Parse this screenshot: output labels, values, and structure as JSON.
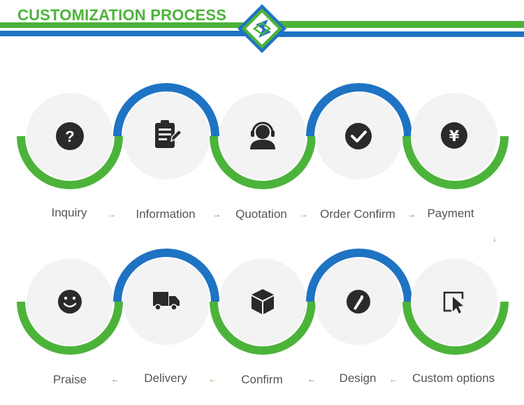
{
  "header": {
    "title": "CUSTOMIZATION PROCESS"
  },
  "colors": {
    "green": "#4cb33a",
    "blue": "#1f73c3",
    "circle_fill": "#f3f3f3",
    "icon_dark": "#2a2a2a",
    "label_text": "#555555"
  },
  "steps_row1": [
    {
      "label": "Inquiry",
      "icon": "question-icon"
    },
    {
      "label": "Information",
      "icon": "clipboard-icon"
    },
    {
      "label": "Quotation",
      "icon": "headset-agent-icon"
    },
    {
      "label": "Order Confirm",
      "icon": "check-icon"
    },
    {
      "label": "Payment",
      "icon": "yen-icon"
    }
  ],
  "steps_row2": [
    {
      "label": "Praise",
      "icon": "smiley-icon"
    },
    {
      "label": "Delivery",
      "icon": "truck-icon"
    },
    {
      "label": "Confirm",
      "icon": "box-icon"
    },
    {
      "label": "Design",
      "icon": "compass-pen-icon"
    },
    {
      "label": "Custom options",
      "icon": "cursor-select-icon"
    }
  ],
  "arrows": {
    "right": "→",
    "left": "←",
    "down": "↓"
  }
}
